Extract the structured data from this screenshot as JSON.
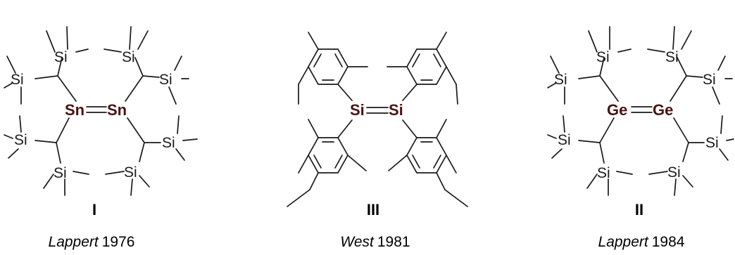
{
  "atom_color": "#4a1212",
  "structures": [
    {
      "core": [
        "Sn",
        "Sn"
      ],
      "label": "I",
      "author": "Lappert",
      "year": "1976"
    },
    {
      "core": [
        "Si",
        "Si"
      ],
      "label": "III",
      "author": "West",
      "year": "1981"
    },
    {
      "core": [
        "Ge",
        "Ge"
      ],
      "label": "II",
      "author": "Lappert",
      "year": "1984"
    }
  ],
  "silyl_label": "Si"
}
